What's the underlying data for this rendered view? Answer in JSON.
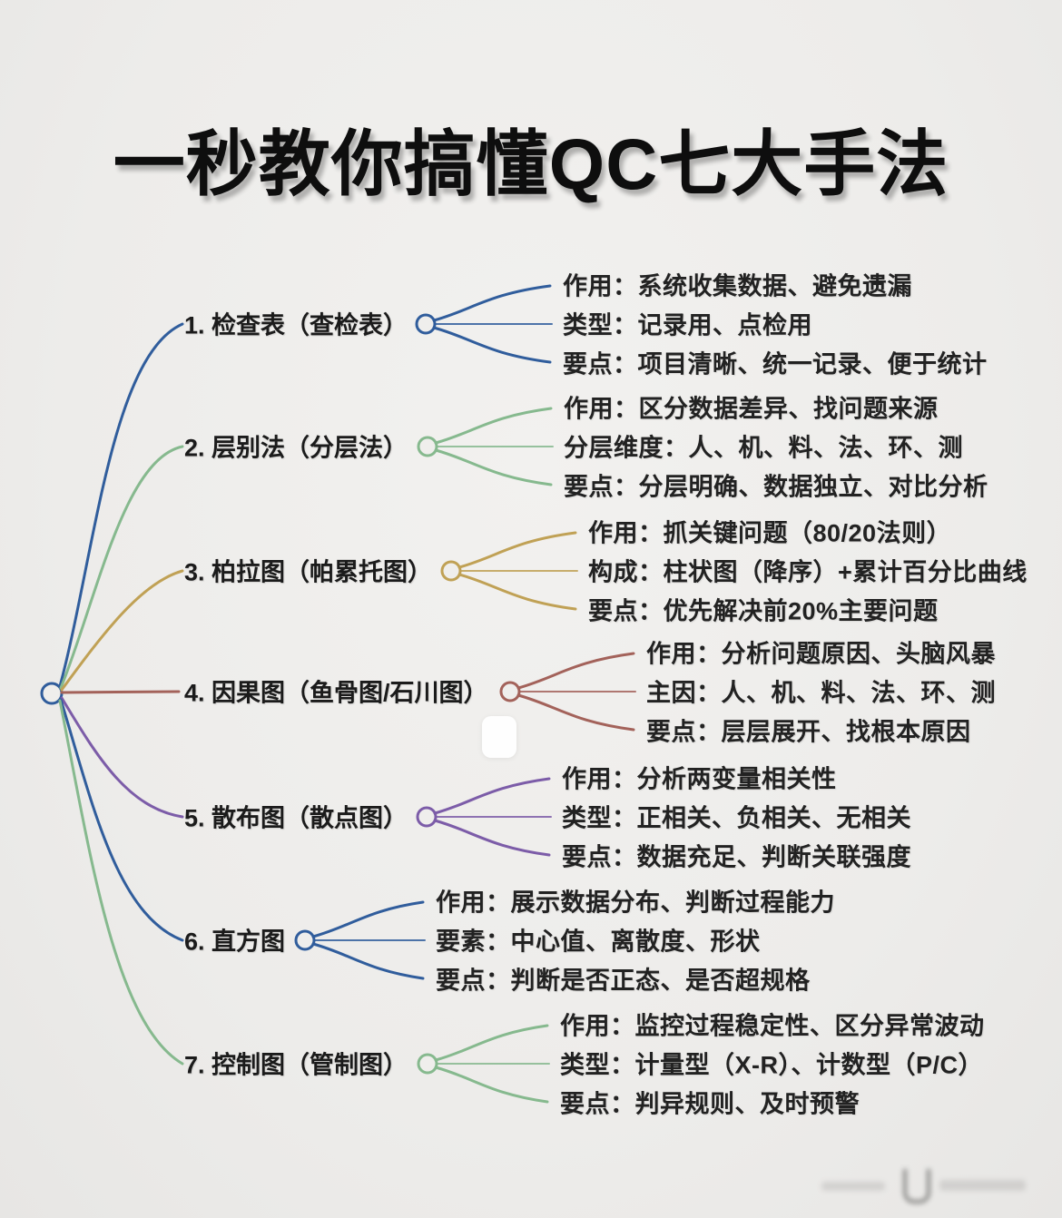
{
  "title": "一秒教你搞懂QC七大手法",
  "background_color": "#efeeec",
  "root": {
    "color": "#305d9c"
  },
  "branches": [
    {
      "label": "1. 检查表（查检表）",
      "color": "#305d9c",
      "items": [
        "作用：系统收集数据、避免遗漏",
        "类型：记录用、点检用",
        "要点：项目清晰、统一记录、便于统计"
      ]
    },
    {
      "label": "2. 层别法（分层法）",
      "color": "#86b98e",
      "items": [
        "作用：区分数据差异、找问题来源",
        "分层维度：人、机、料、法、环、测",
        "要点：分层明确、数据独立、对比分析"
      ]
    },
    {
      "label": "3. 柏拉图（帕累托图）",
      "color": "#c0a155",
      "items": [
        "作用：抓关键问题（80/20法则）",
        "构成：柱状图（降序）+累计百分比曲线",
        "要点：优先解决前20%主要问题"
      ]
    },
    {
      "label": "4. 因果图（鱼骨图/石川图）",
      "color": "#a3625a",
      "items": [
        "作用：分析问题原因、头脑风暴",
        "主因：人、机、料、法、环、测",
        "要点：层层展开、找根本原因"
      ]
    },
    {
      "label": "5. 散布图（散点图）",
      "color": "#7c5ca8",
      "items": [
        "作用：分析两变量相关性",
        "类型：正相关、负相关、无相关",
        "要点：数据充足、判断关联强度"
      ]
    },
    {
      "label": "6. 直方图",
      "color": "#305d9c",
      "items": [
        "作用：展示数据分布、判断过程能力",
        "要素：中心值、离散度、形状",
        "要点：判断是否正态、是否超规格"
      ]
    },
    {
      "label": "7. 控制图（管制图）",
      "color": "#86b98e",
      "items": [
        "作用：监控过程稳定性、区分异常波动",
        "类型：计量型（X-R）、计数型（P/C）",
        "要点：判异规则、及时预警"
      ]
    }
  ]
}
